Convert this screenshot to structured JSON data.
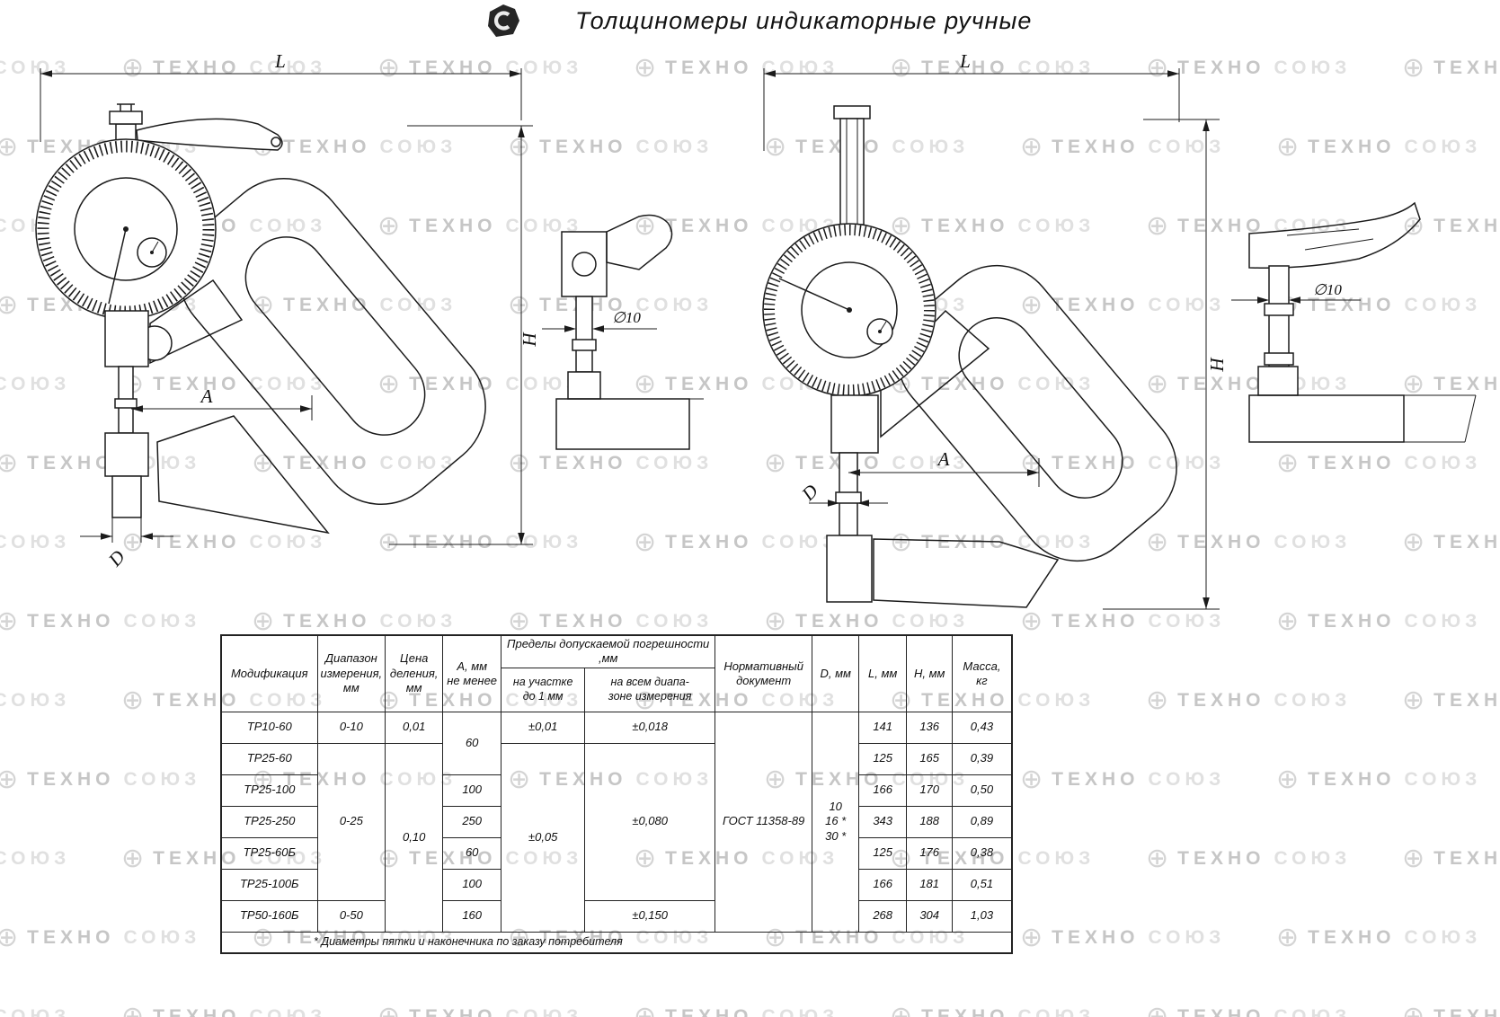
{
  "header": {
    "title": "Толщиномеры индикаторные ручные"
  },
  "watermark": {
    "primary": "ТЕХНО",
    "secondary": "СОЮЗ",
    "globe_glyph": "⊕"
  },
  "dims": {
    "L": "L",
    "H": "H",
    "A": "A",
    "D": "D",
    "dia10": "∅10"
  },
  "table": {
    "headers": {
      "modification": "Модификация",
      "range": "Диапазон\nизмерения,\nмм",
      "division": "Цена\nделения,\nмм",
      "a_min": "А, мм\nне менее",
      "error_group": "Пределы допускаемой погрешности ,мм",
      "error_section": "на участке\nдо 1 мм",
      "error_full": "на всем диапа-\nзоне измерения",
      "document": "Нормативный\nдокумент",
      "d": "D, мм",
      "l": "L, мм",
      "h": "Н, мм",
      "mass": "Масса,\nкг"
    },
    "rows": [
      {
        "mod": "ТР10-60",
        "range": "0-10",
        "division": "0,01",
        "a": "60",
        "err_section": "±0,01",
        "err_full": "±0,018",
        "doc": "ГОСТ 11358-89",
        "d": "10\n16 *\n30 *",
        "l": "141",
        "h": "136",
        "mass": "0,43"
      },
      {
        "mod": "ТР25-60",
        "range": "0-25",
        "division": "0,10",
        "err_section": "±0,05",
        "err_full": "±0,080",
        "l": "125",
        "h": "165",
        "mass": "0,39"
      },
      {
        "mod": "ТР25-100",
        "a": "100",
        "l": "166",
        "h": "170",
        "mass": "0,50"
      },
      {
        "mod": "ТР25-250",
        "a": "250",
        "l": "343",
        "h": "188",
        "mass": "0,89"
      },
      {
        "mod": "ТР25-60Б",
        "a": "60",
        "l": "125",
        "h": "176",
        "mass": "0,38"
      },
      {
        "mod": "ТР25-100Б",
        "a": "100",
        "l": "166",
        "h": "181",
        "mass": "0,51"
      },
      {
        "mod": "ТР50-160Б",
        "range": "0-50",
        "a": "160",
        "err_full": "±0,150",
        "l": "268",
        "h": "304",
        "mass": "1,03"
      }
    ],
    "footnote": "* Диаметры пятки и наконечника по заказу потребителя"
  }
}
